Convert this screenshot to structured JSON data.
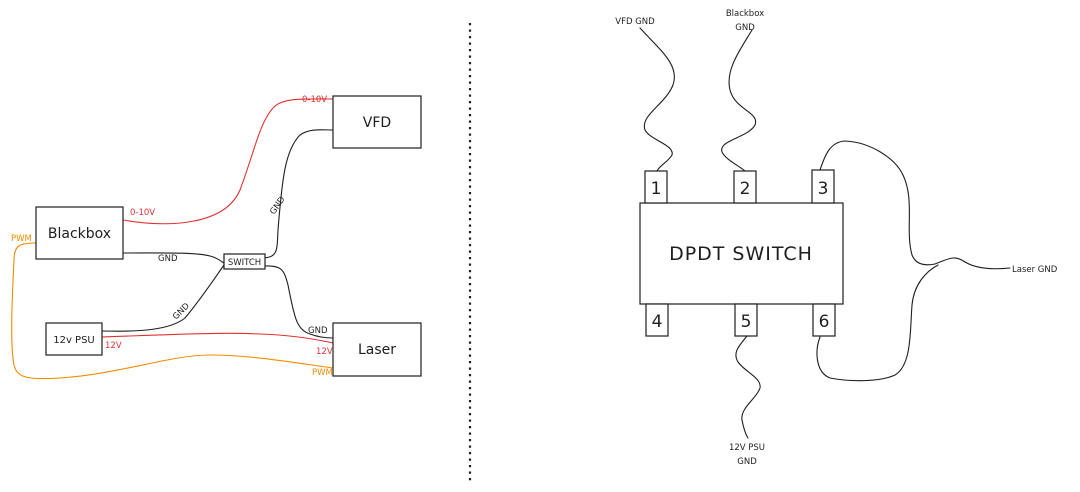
{
  "colors": {
    "ink": "#1e1e1e",
    "red": "#e03131",
    "orange": "#f08c00"
  },
  "left_diagram": {
    "boxes": {
      "blackbox": "Blackbox",
      "vfd": "VFD",
      "switch": "SWITCH",
      "psu": "12v PSU",
      "laser": "Laser"
    },
    "wire_labels": {
      "blackbox_analog": "0-10V",
      "vfd_analog": "0-10V",
      "blackbox_gnd": "GND",
      "vfd_gnd": "GND",
      "psu_gnd": "GND",
      "laser_gnd": "GND",
      "psu_12v": "12V",
      "laser_12v": "12V",
      "blackbox_pwm": "PWM",
      "laser_pwm": "PWM"
    }
  },
  "right_diagram": {
    "title": "DPDT SWITCH",
    "pins": [
      "1",
      "2",
      "3",
      "4",
      "5",
      "6"
    ],
    "labels": {
      "pin1": "VFD GND",
      "pin2_line1": "Blackbox",
      "pin2_line2": "GND",
      "pin36": "Laser GND",
      "pin5_line1": "12V PSU",
      "pin5_line2": "GND"
    }
  }
}
